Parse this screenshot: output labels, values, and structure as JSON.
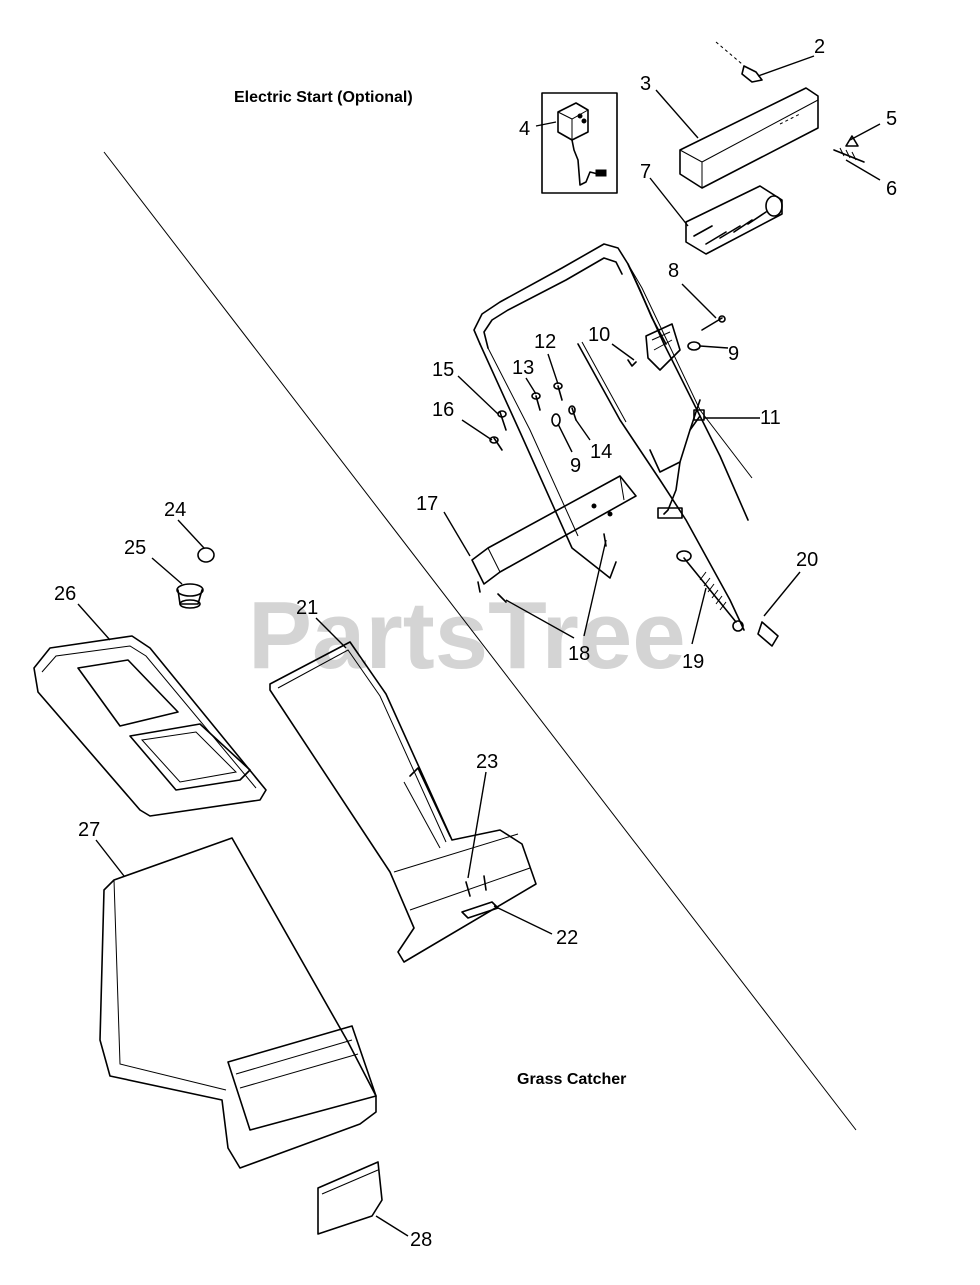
{
  "watermark": "PartsTree",
  "sections": {
    "electric_start": "Electric Start (Optional)",
    "grass_catcher": "Grass Catcher"
  },
  "callouts": {
    "c2": "2",
    "c3": "3",
    "c4": "4",
    "c5": "5",
    "c6": "6",
    "c7": "7",
    "c8": "8",
    "c9a": "9",
    "c9b": "9",
    "c10": "10",
    "c11": "11",
    "c12": "12",
    "c13": "13",
    "c14": "14",
    "c15": "15",
    "c16": "16",
    "c17": "17",
    "c18": "18",
    "c19": "19",
    "c20": "20",
    "c21": "21",
    "c22": "22",
    "c23": "23",
    "c24": "24",
    "c25": "25",
    "c26": "26",
    "c27": "27",
    "c28": "28"
  }
}
